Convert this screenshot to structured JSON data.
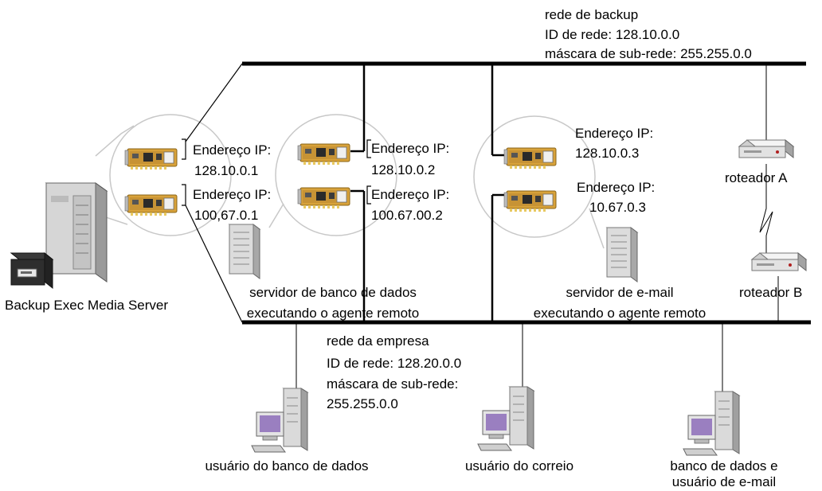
{
  "backup_network": {
    "title": "rede de backup",
    "network_id": "ID de rede:  128.10.0.0",
    "subnet_mask": "máscara de sub-rede: 255.255.0.0"
  },
  "company_network": {
    "title": "rede da empresa",
    "network_id": "ID de rede: 128.20.0.0",
    "subnet_mask_label": "máscara de sub-rede:",
    "subnet_mask_value": "255.255.0.0"
  },
  "media_server": {
    "label": "Backup Exec Media Server",
    "nic1_label": "Endereço IP:",
    "nic1_ip": "128.10.0.1",
    "nic2_label": "Endereço IP:",
    "nic2_ip": "100,67.0.1"
  },
  "db_server": {
    "label_line1": "servidor de banco de dados",
    "label_line2": "executando o agente remoto",
    "nic1_label": "Endereço IP:",
    "nic1_ip": "128.10.0.2",
    "nic2_label": "Endereço IP:",
    "nic2_ip": "100.67.00.2"
  },
  "mail_server": {
    "label_line1": "servidor de e-mail",
    "label_line2": "executando o agente remoto",
    "nic1_label": "Endereço IP:",
    "nic1_ip": "128.10.0.3",
    "nic2_label": "Endereço IP:",
    "nic2_ip": "10.67.0.3"
  },
  "routers": {
    "a_label": "roteador A",
    "b_label": "roteador B"
  },
  "clients": {
    "db_user": "usuário do banco de dados",
    "mail_user": "usuário do correio",
    "db_mail_user_line1": "banco de dados e",
    "db_mail_user_line2": "usuário de e-mail"
  },
  "icons": {
    "network_card": "network-card-icon",
    "server_tower": "server-tower-icon",
    "workstation": "workstation-icon",
    "router": "router-icon",
    "tape_drive": "tape-drive-icon"
  },
  "colors": {
    "bus_line": "#000000",
    "zoom_circle": "#c8c8c8",
    "card_board": "#d8a23a",
    "server_body": "#d8d8d8",
    "monitor_screen": "#9a7fc0"
  }
}
